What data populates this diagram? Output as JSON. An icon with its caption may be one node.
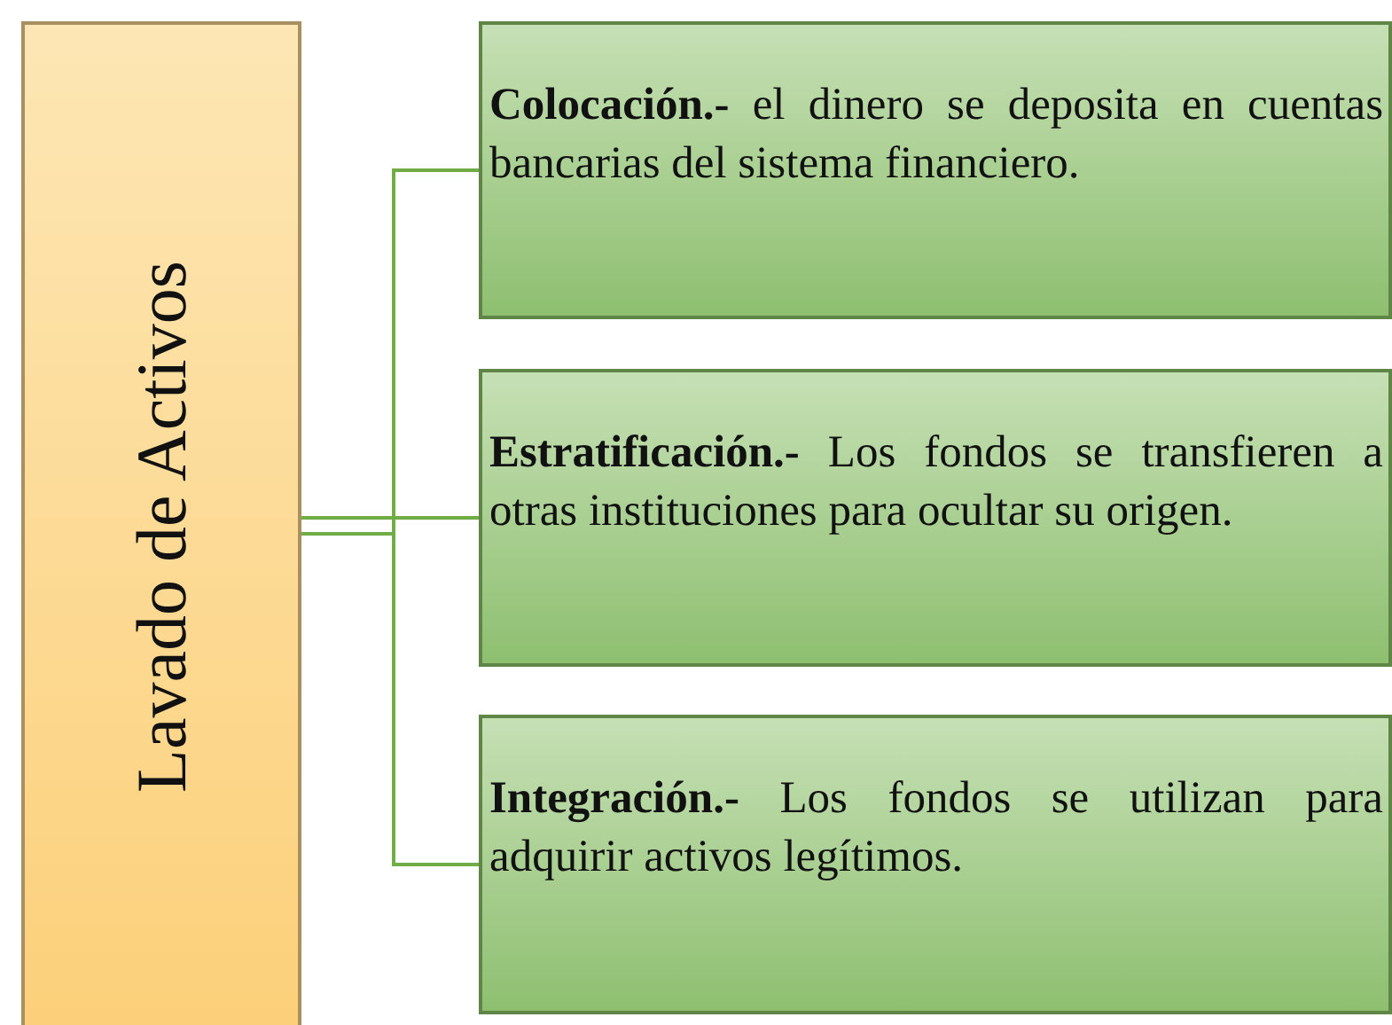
{
  "diagram": {
    "nodes": [
      {
        "text": [
          "Lavado de Activos"
        ]
      },
      {
        "text": [
          "**Colocación.-** el dinero se deposita en cuentas bancarias del sistema financiero."
        ]
      },
      {
        "text": [
          "**Estratificación.-** Los fondos se transfieren a otras instituciones para ocultar su origen."
        ]
      },
      {
        "text": [
          "**Integración.-** Los fondos se utilizan para adquirir activos legítimos."
        ]
      }
    ],
    "edges": [
      {
        "from": 0,
        "to": 1,
        "arrow": "none"
      },
      {
        "from": 0,
        "to": 2,
        "arrow": "none"
      },
      {
        "from": 0,
        "to": 3,
        "arrow": "none"
      }
    ]
  }
}
